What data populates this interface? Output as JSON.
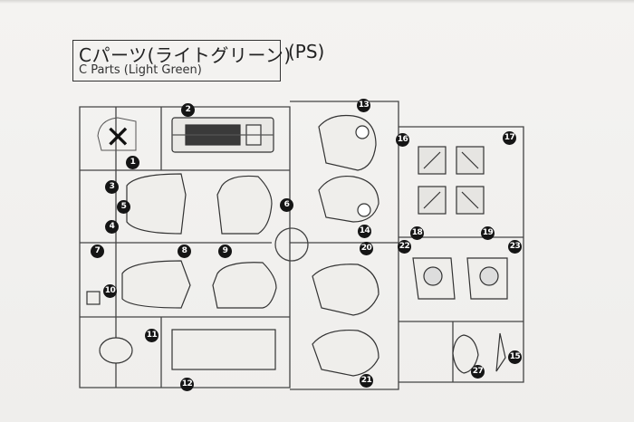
{
  "header": {
    "title_jp": "Cパーツ(ライトグリーン)",
    "title_suffix": "(PS)",
    "title_en": "C Parts (Light Green)"
  },
  "markers": {
    "excluded": "✕"
  },
  "parts": {
    "p1": "1",
    "p2": "2",
    "p3": "3",
    "p4": "4",
    "p5": "5",
    "p6": "6",
    "p7": "7",
    "p8": "8",
    "p9": "9",
    "p10": "10",
    "p11": "11",
    "p12": "12",
    "p13": "13",
    "p14": "14",
    "p15": "15",
    "p16": "16",
    "p17": "17",
    "p18": "18",
    "p19": "19",
    "p20": "20",
    "p21": "21",
    "p22": "22",
    "p23": "23",
    "p27": "27"
  }
}
